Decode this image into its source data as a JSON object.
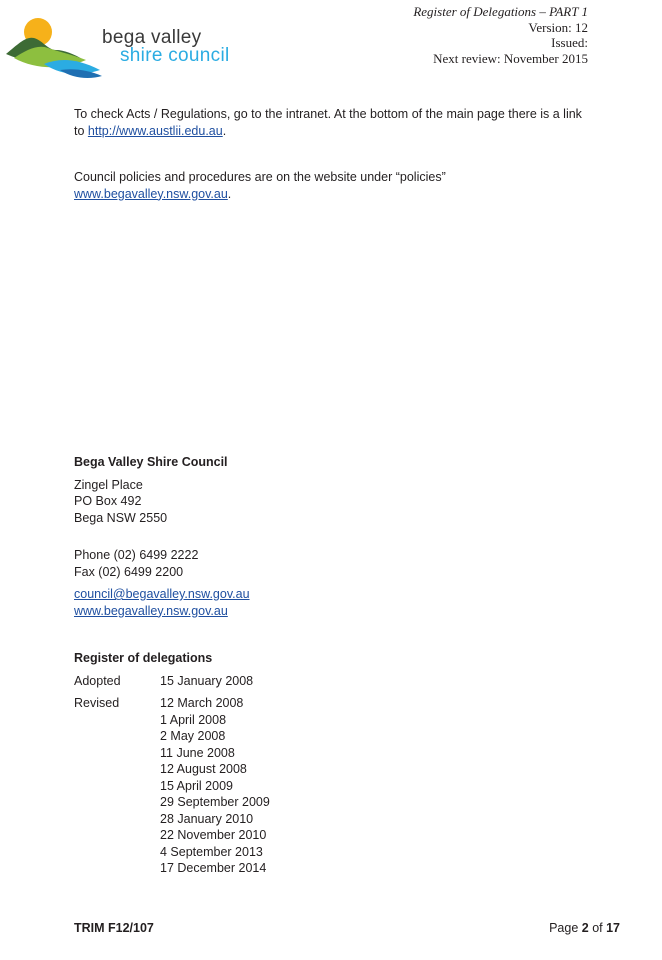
{
  "header": {
    "logo": {
      "line1": "bega valley",
      "line2": "shire council"
    },
    "register_title": "Register of Delegations – PART 1",
    "version": "Version: 12",
    "issued": "Issued:",
    "next_review": "Next review: November 2015"
  },
  "intro": {
    "acts_text_part1": "To check Acts / Regulations, go to the intranet. At the bottom of the main page there is a link",
    "acts_text_prefix": "to ",
    "acts_link": "http://www.austlii.edu.au",
    "acts_text_suffix": ".",
    "policies_text": "Council policies and procedures are on the website under “policies”",
    "policies_link": "www.begavalley.nsw.gov.au",
    "policies_suffix": "."
  },
  "contact": {
    "heading": "Bega Valley Shire Council",
    "address_line1": "Zingel Place",
    "address_line2": "PO Box 492",
    "address_line3": "Bega NSW 2550",
    "phone": "Phone (02) 6499 2222",
    "fax": "Fax (02) 6499 2200",
    "email": "council@begavalley.nsw.gov.au",
    "website": "www.begavalley.nsw.gov.au"
  },
  "register": {
    "heading": "Register of delegations",
    "adopted_label": "Adopted",
    "adopted_date": "15 January 2008",
    "revised_label": "Revised",
    "revised_dates": [
      "12 March 2008",
      "1 April 2008",
      "2 May 2008",
      "11 June 2008",
      "12 August 2008",
      "15 April 2009",
      "29 September 2009",
      "28 January 2010",
      "22 November 2010",
      "4 September 2013",
      "17 December 2014"
    ]
  },
  "footer": {
    "trim": "TRIM F12/107",
    "page_prefix": "Page ",
    "page_current": "2",
    "page_of": " of ",
    "page_total": "17"
  }
}
